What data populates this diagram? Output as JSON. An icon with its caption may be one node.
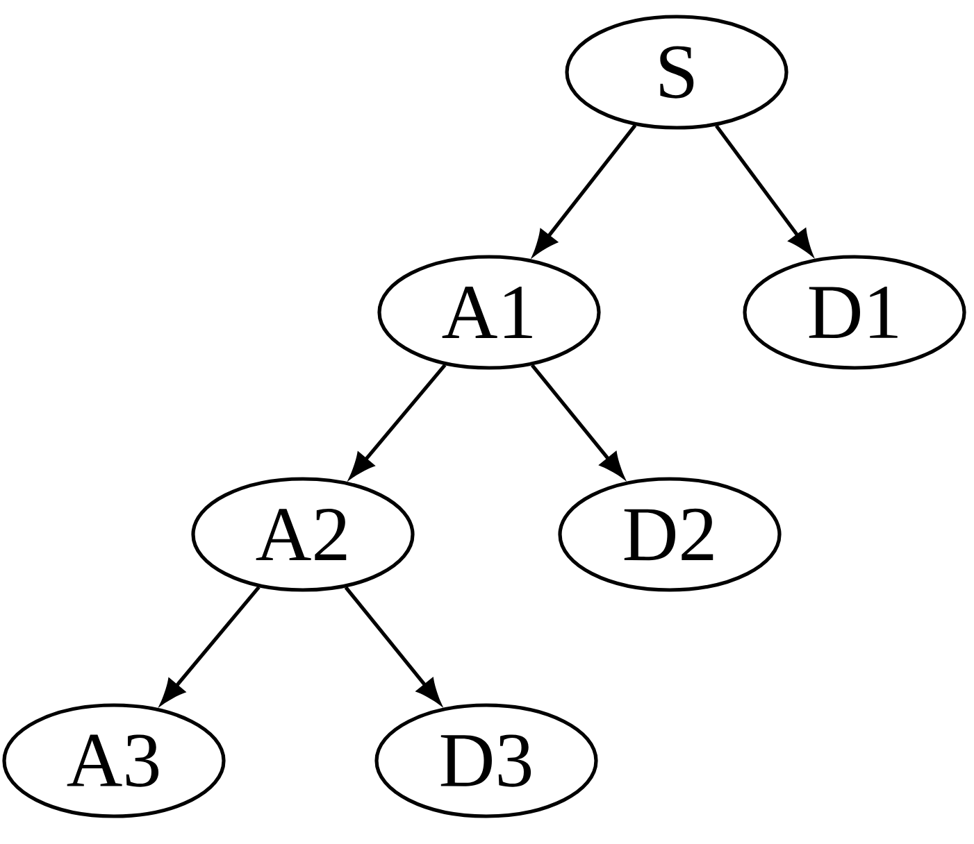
{
  "diagram": {
    "nodes": [
      {
        "text": [
          "S"
        ]
      },
      {
        "text": [
          "A1"
        ]
      },
      {
        "text": [
          "D1"
        ]
      },
      {
        "text": [
          "A2"
        ]
      },
      {
        "text": [
          "D2"
        ]
      },
      {
        "text": [
          "A3"
        ]
      },
      {
        "text": [
          "D3"
        ]
      }
    ],
    "edges": [
      {
        "from": 0,
        "to": 1,
        "arrow": "to"
      },
      {
        "from": 0,
        "to": 2,
        "arrow": "to"
      },
      {
        "from": 1,
        "to": 3,
        "arrow": "to"
      },
      {
        "from": 1,
        "to": 4,
        "arrow": "to"
      },
      {
        "from": 3,
        "to": 5,
        "arrow": "to"
      },
      {
        "from": 3,
        "to": 6,
        "arrow": "to"
      }
    ]
  }
}
